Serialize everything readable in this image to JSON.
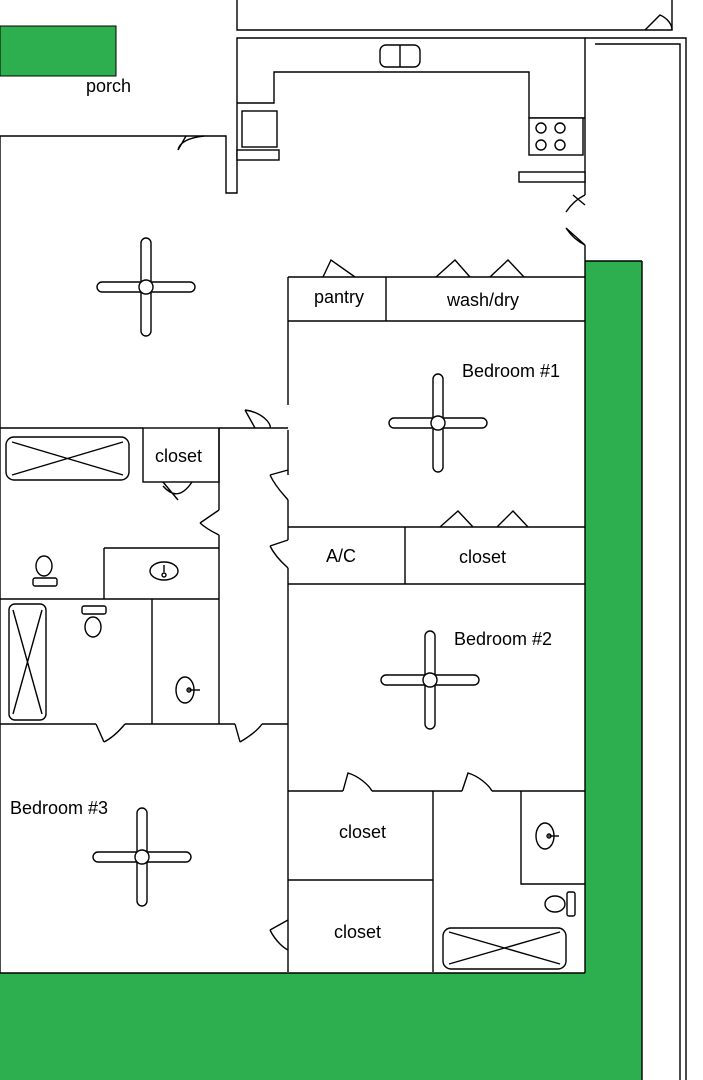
{
  "colors": {
    "lawn": "#2eaf4f",
    "line": "#000000",
    "background": "#ffffff"
  },
  "labels": {
    "porch": "porch",
    "pantry": "pantry",
    "wash_dry": "wash/dry",
    "bedroom1": "Bedroom #1",
    "closet_hall": "closet",
    "ac": "A/C",
    "closet_bed1": "closet",
    "bedroom2": "Bedroom #2",
    "bedroom3": "Bedroom #3",
    "closet_bed2a": "closet",
    "closet_bed2b": "closet"
  },
  "icons": [
    "ceiling-fan-icon",
    "bathtub-icon",
    "sink-icon",
    "toilet-icon",
    "stove-icon",
    "door-swing-icon"
  ]
}
